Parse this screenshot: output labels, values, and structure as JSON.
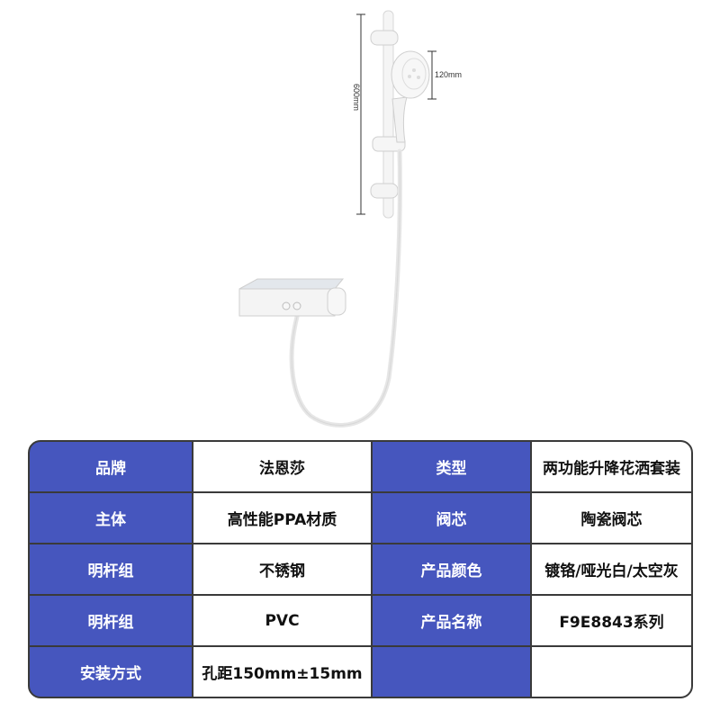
{
  "dimensions": {
    "head_size": "120mm",
    "rail_length": "600mm"
  },
  "specs": {
    "rows": [
      {
        "label1": "品牌",
        "value1": "法恩莎",
        "label2": "类型",
        "value2": "两功能升降花洒套装"
      },
      {
        "label1": "主体",
        "value1": "高性能PPA材质",
        "label2": "阀芯",
        "value2": "陶瓷阀芯"
      },
      {
        "label1": "明杆组",
        "value1": "不锈钢",
        "label2": "产品颜色",
        "value2": "镀铬/哑光白/太空灰"
      },
      {
        "label1": "明杆组",
        "value1": "PVC",
        "label2": "产品名称",
        "value2": "F9E8843系列"
      },
      {
        "label1": "安装方式",
        "value1": "孔距150mm±15mm",
        "label2": "",
        "value2": ""
      }
    ]
  },
  "colors": {
    "label_bg": "#4656be",
    "label_text": "#ffffff",
    "border": "#3a3a3a"
  }
}
